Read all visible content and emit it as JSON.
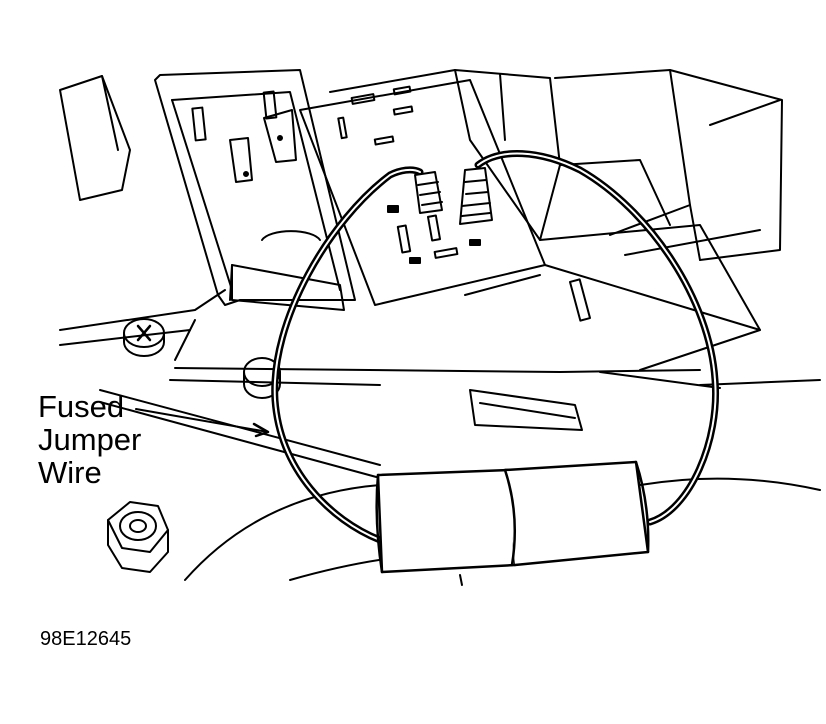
{
  "callout": {
    "line1": "Fused",
    "line2": "Jumper",
    "line3": "Wire"
  },
  "figure_id": "98E12645",
  "colors": {
    "ink": "#000000",
    "paper": "#ffffff"
  }
}
